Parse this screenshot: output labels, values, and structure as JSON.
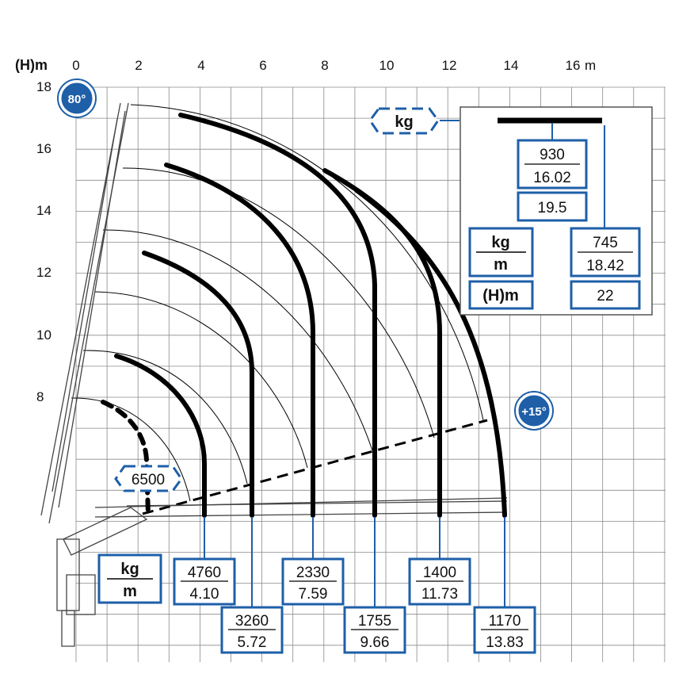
{
  "axes": {
    "x_unit_label": "m",
    "y_unit_label": "(H)m",
    "x_ticks": [
      "0",
      "2",
      "4",
      "6",
      "8",
      "10",
      "12",
      "14",
      "16"
    ],
    "y_ticks": [
      "18",
      "16",
      "14",
      "12",
      "10",
      "8"
    ]
  },
  "badges": {
    "max_angle": "80°",
    "min_angle": "+15°"
  },
  "header_kg": "kg",
  "legend_units": {
    "kg": "kg",
    "m": "m"
  },
  "special_load": {
    "kg": "6500"
  },
  "load_points": [
    {
      "kg": "4760",
      "m": "4.10"
    },
    {
      "kg": "3260",
      "m": "5.72"
    },
    {
      "kg": "2330",
      "m": "7.59"
    },
    {
      "kg": "1755",
      "m": "9.66"
    },
    {
      "kg": "1400",
      "m": "11.73"
    },
    {
      "kg": "1170",
      "m": "13.83"
    }
  ],
  "jib_panel": {
    "upper_kg": "930",
    "upper_m": "16.02",
    "upper_h": "19.5",
    "outer_kg": "745",
    "outer_m": "18.42",
    "outer_h": "22",
    "label_kg": "kg",
    "label_m": "m",
    "label_h": "(H)m"
  },
  "colors": {
    "blue": "#1e5fa8",
    "curve": "#000000",
    "grid": "#8a8a8a"
  }
}
